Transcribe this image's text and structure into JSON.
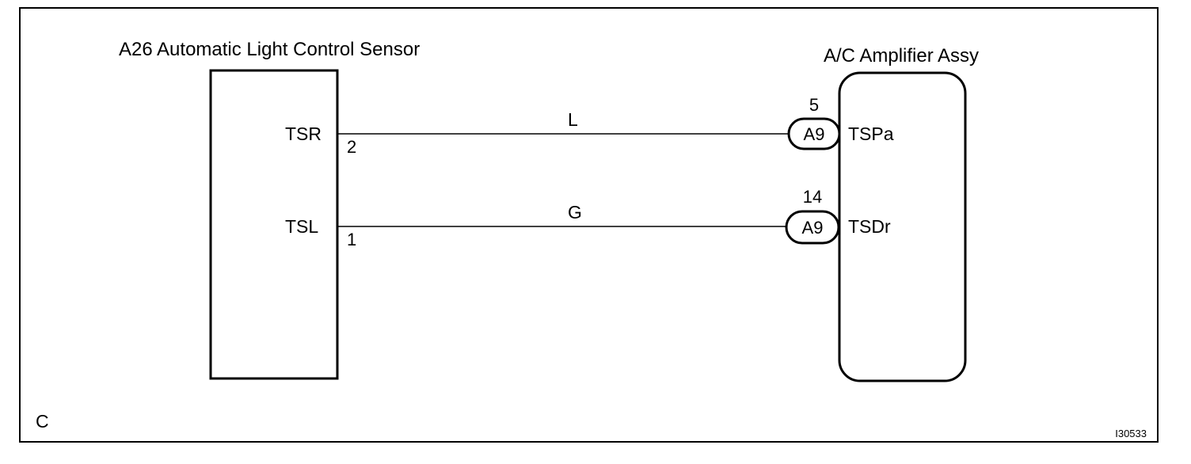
{
  "sensor": {
    "title": "A26 Automatic Light Control Sensor",
    "pins": [
      {
        "name": "TSR",
        "number": "2"
      },
      {
        "name": "TSL",
        "number": "1"
      }
    ]
  },
  "amplifier": {
    "title": "A/C Amplifier Assy",
    "pins": [
      {
        "name": "TSPa",
        "number": "5",
        "connector": "A9"
      },
      {
        "name": "TSDr",
        "number": "14",
        "connector": "A9"
      }
    ]
  },
  "wires": [
    {
      "color_code": "L"
    },
    {
      "color_code": "G"
    }
  ],
  "footer": {
    "corner_letter": "C",
    "figure_id": "I30533"
  }
}
